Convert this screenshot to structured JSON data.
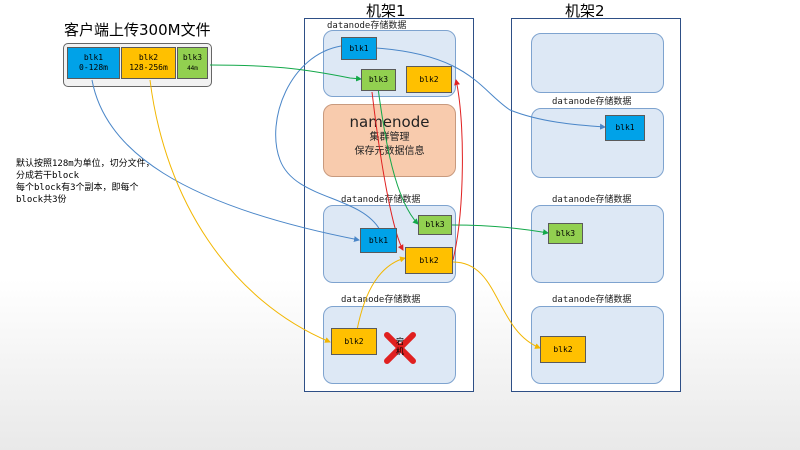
{
  "client": {
    "title": "客户端上传300M文件",
    "blocks": [
      {
        "name": "blk1",
        "range": "0-128m"
      },
      {
        "name": "blk2",
        "range": "128-256m"
      },
      {
        "name": "blk3",
        "range": "44m"
      }
    ]
  },
  "racks": [
    {
      "title": "机架1"
    },
    {
      "title": "机架2"
    }
  ],
  "datanode_label": "datanode存储数据",
  "namenode": {
    "title": "namenode",
    "line1": "集群管理",
    "line2": "保存元数据信息"
  },
  "note": {
    "line1": "默认按照128m为单位，切分文件，",
    "line2": "分成若干block",
    "line3": "每个block有3个副本，即每个",
    "line4": "block共3份"
  },
  "block_labels": {
    "blk1": "blk1",
    "blk2": "blk2",
    "blk3": "blk3"
  },
  "failed_marker": "宕机",
  "colors": {
    "blk1": "#00a2e8",
    "blk2": "#ffc000",
    "blk3": "#92d050",
    "node_fill": "#dde8f5",
    "namenode_fill": "#f8cbad",
    "rack_border": "#2e4f86",
    "red_x": "#e02020"
  }
}
